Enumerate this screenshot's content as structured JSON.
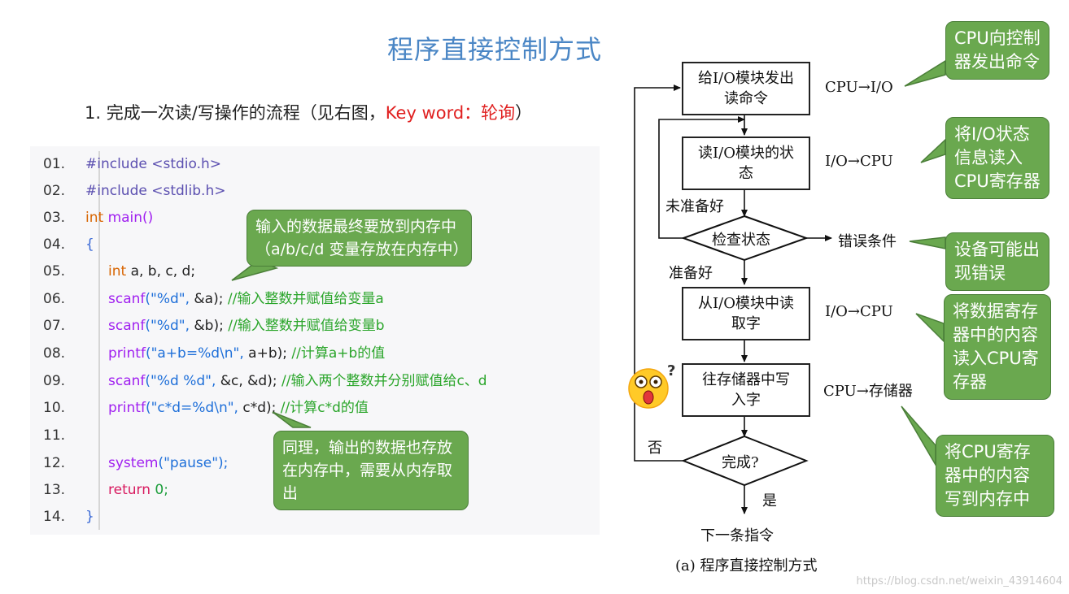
{
  "title": "程序直接控制方式",
  "subtitle": {
    "prefix": "1. 完成一次读/写操作的流程（见右图，",
    "keyword": "Key word：轮询",
    "suffix": "）"
  },
  "code": {
    "line_numbers": [
      "01.",
      "02.",
      "03.",
      "04.",
      "05.",
      "06.",
      "07.",
      "08.",
      "09.",
      "10.",
      "11.",
      "12.",
      "13.",
      "14."
    ],
    "lines": {
      "l1": "#include <stdio.h>",
      "l2": "#include <stdlib.h>",
      "l3_kw": "int",
      "l3_fn": " main()",
      "l4": "{",
      "l5_kw": "int",
      "l5_rest": " a, b, c, d;",
      "l6_fn": "scanf",
      "l6_str": "(\"%d\", ",
      "l6_plain": "&a);  ",
      "l6_cmt": "//输入整数并赋值给变量a",
      "l7_fn": "scanf",
      "l7_str": "(\"%d\", ",
      "l7_plain": "&b);  ",
      "l7_cmt": "//输入整数并赋值给变量b",
      "l8_fn": "printf",
      "l8_str": "(\"a+b=%d\\n\", ",
      "l8_plain": "a+b);  ",
      "l8_cmt": "//计算a+b的值",
      "l9_fn": "scanf",
      "l9_str": "(\"%d %d\", ",
      "l9_plain": "&c, &d);  ",
      "l9_cmt": "//输入两个整数并分别赋值给c、d",
      "l10_fn": "printf",
      "l10_str": "(\"c*d=%d\\n\", ",
      "l10_plain": "c*d);  ",
      "l10_cmt": "//计算c*d的值",
      "l12_fn": "system",
      "l12_str": "(\"pause\");",
      "l13_ret": "return",
      "l13_num": " 0;",
      "l14": "}"
    }
  },
  "callouts": {
    "input_memory": "输入的数据最终要放到内存中（a/b/c/d 变量存放在内存中）",
    "output_memory": "同理，输出的数据也存放在内存中，需要从内存取出",
    "cpu_command": "CPU向控制器发出命令",
    "read_status": "将I/O状态信息读入CPU寄存器",
    "device_error": "设备可能出现错误",
    "data_to_cpu": "将数据寄存器中的内容读入CPU寄存器",
    "cpu_to_memory": "将CPU寄存器中的内容写到内存中"
  },
  "flowchart": {
    "box1": "给I/O模块发出读命令",
    "box2": "读I/O模块的状态",
    "decision1": "检查状态",
    "box3": "从I/O模块中读取字",
    "box4": "往存储器中写入字",
    "decision2": "完成?",
    "label_cpu_io": "CPU→I/O",
    "label_io_cpu_1": "I/O→CPU",
    "label_io_cpu_2": "I/O→CPU",
    "label_cpu_mem": "CPU→存储器",
    "label_not_ready": "未准备好",
    "label_ready": "准备好",
    "label_error": "错误条件",
    "label_no": "否",
    "label_yes": "是",
    "label_next": "下一条指令",
    "caption": "(a) 程序直接控制方式"
  },
  "watermark": "https://blog.csdn.net/weixin_43914604",
  "colors": {
    "title": "#4a86c5",
    "callout_bg": "#6aa84f",
    "keyword": "#e02020"
  }
}
